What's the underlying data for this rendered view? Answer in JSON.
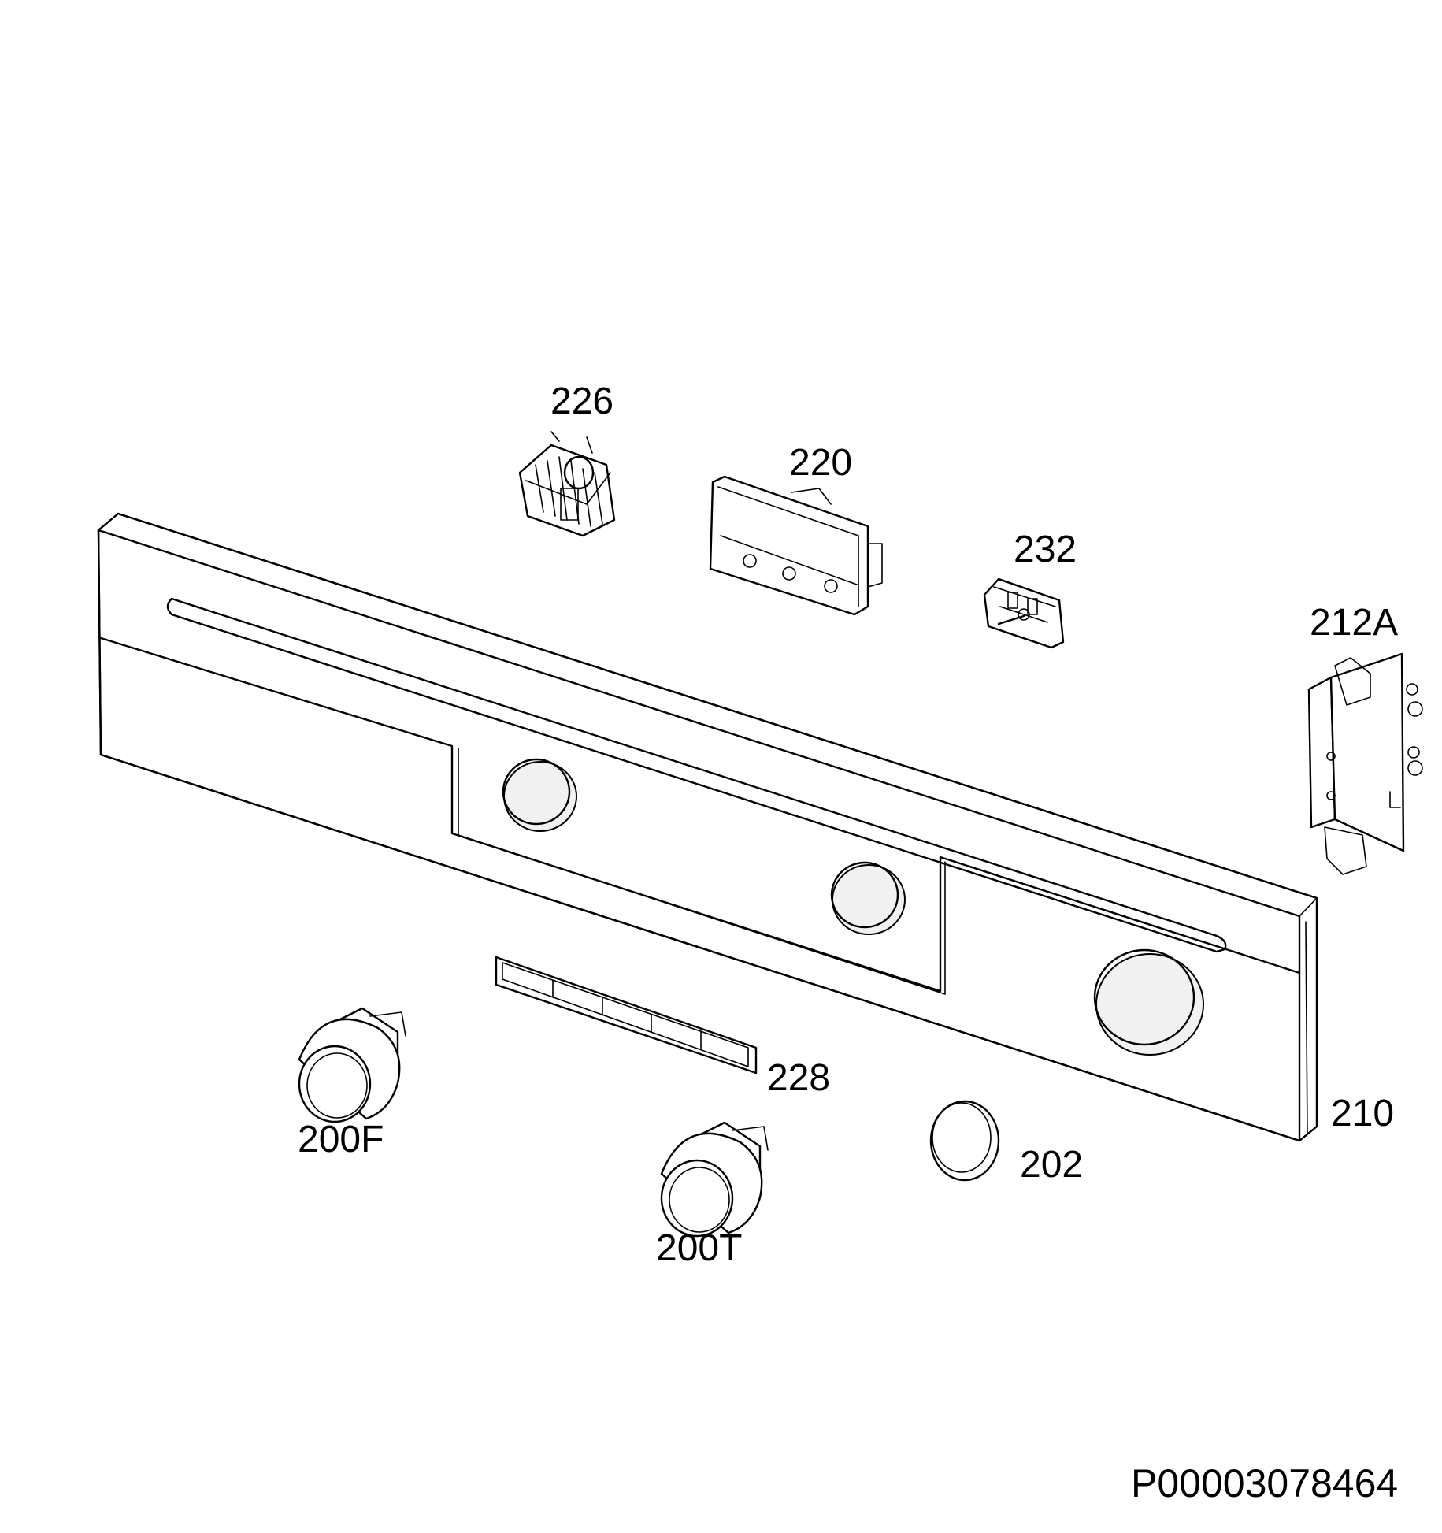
{
  "labels": {
    "part_226": "226",
    "part_220": "220",
    "part_232": "232",
    "part_212A": "212A",
    "part_228": "228",
    "part_210": "210",
    "part_200F": "200F",
    "part_202": "202",
    "part_200T": "200T"
  },
  "document_id": "P00003078464"
}
